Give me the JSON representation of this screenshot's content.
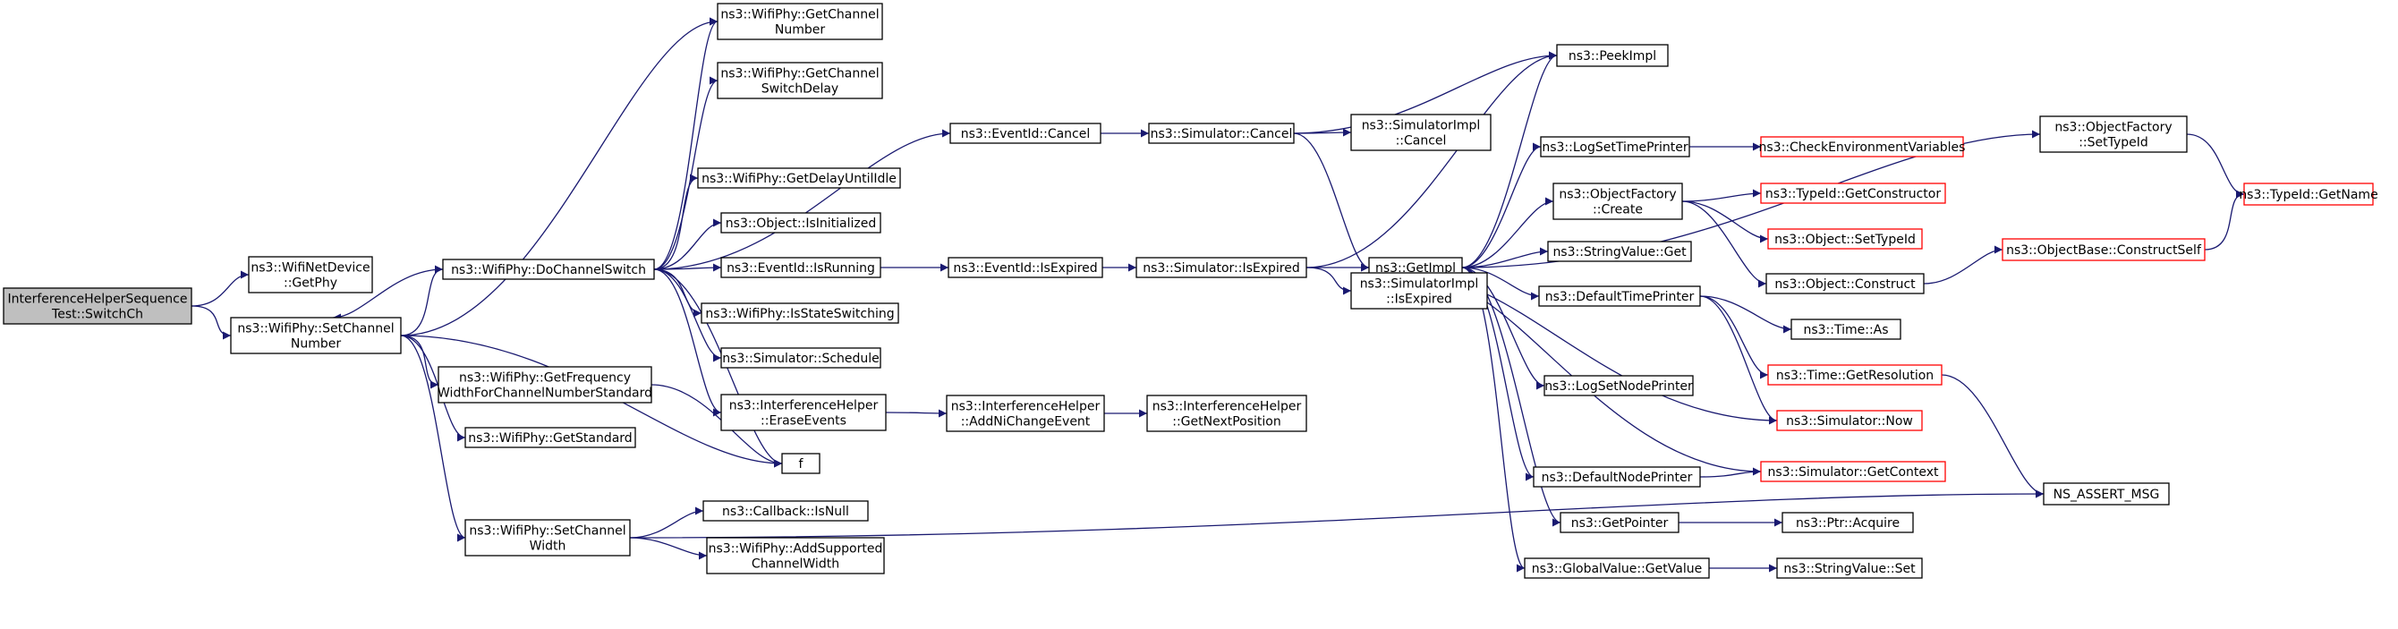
{
  "colors": {
    "edge": "#191970",
    "root_fill": "#bfbfbf",
    "root_stroke": "#000000",
    "normal_stroke": "#000000",
    "truncated_stroke": "#ff0000",
    "node_fill": "#ffffff"
  },
  "nodes": [
    {
      "id": "n0",
      "lines": [
        "InterferenceHelperSequence",
        "Test::SwitchCh"
      ],
      "style": "root"
    },
    {
      "id": "n1",
      "lines": [
        "ns3::WifiNetDevice",
        "::GetPhy"
      ],
      "style": "normal"
    },
    {
      "id": "n2",
      "lines": [
        "ns3::WifiPhy::SetChannel",
        "Number"
      ],
      "style": "normal"
    },
    {
      "id": "n3",
      "lines": [
        "ns3::WifiPhy::GetChannel",
        "Number"
      ],
      "style": "normal"
    },
    {
      "id": "n4",
      "lines": [
        "ns3::WifiPhy::DoChannelSwitch"
      ],
      "style": "normal"
    },
    {
      "id": "n5",
      "lines": [
        "f"
      ],
      "style": "normal"
    },
    {
      "id": "n6",
      "lines": [
        "ns3::WifiPhy::GetFrequency",
        "WidthForChannelNumberStandard"
      ],
      "style": "normal"
    },
    {
      "id": "n7",
      "lines": [
        "ns3::WifiPhy::GetStandard"
      ],
      "style": "normal"
    },
    {
      "id": "n8",
      "lines": [
        "ns3::WifiPhy::SetChannel",
        "Width"
      ],
      "style": "normal"
    },
    {
      "id": "n9",
      "lines": [
        "ns3::WifiPhy::GetChannel",
        "SwitchDelay"
      ],
      "style": "normal"
    },
    {
      "id": "n10",
      "lines": [
        "ns3::EventId::Cancel"
      ],
      "style": "normal"
    },
    {
      "id": "n11",
      "lines": [
        "ns3::WifiPhy::GetDelayUntilIdle"
      ],
      "style": "normal"
    },
    {
      "id": "n12",
      "lines": [
        "ns3::Object::IsInitialized"
      ],
      "style": "normal"
    },
    {
      "id": "n13",
      "lines": [
        "ns3::EventId::IsRunning"
      ],
      "style": "normal"
    },
    {
      "id": "n14",
      "lines": [
        "ns3::WifiPhy::IsStateSwitching"
      ],
      "style": "normal"
    },
    {
      "id": "n15",
      "lines": [
        "ns3::Simulator::Schedule"
      ],
      "style": "normal"
    },
    {
      "id": "n16",
      "lines": [
        "ns3::InterferenceHelper",
        "::EraseEvents"
      ],
      "style": "normal"
    },
    {
      "id": "n17",
      "lines": [
        "ns3::Callback::IsNull"
      ],
      "style": "normal"
    },
    {
      "id": "n18",
      "lines": [
        "ns3::WifiPhy::AddSupported",
        "ChannelWidth"
      ],
      "style": "normal"
    },
    {
      "id": "n19",
      "lines": [
        "NS_ASSERT_MSG"
      ],
      "style": "normal"
    },
    {
      "id": "n20",
      "lines": [
        "ns3::Simulator::Cancel"
      ],
      "style": "normal"
    },
    {
      "id": "n21",
      "lines": [
        "ns3::EventId::IsExpired"
      ],
      "style": "normal"
    },
    {
      "id": "n22",
      "lines": [
        "ns3::Simulator::IsExpired"
      ],
      "style": "normal"
    },
    {
      "id": "n23",
      "lines": [
        "ns3::InterferenceHelper",
        "::AddNiChangeEvent"
      ],
      "style": "normal"
    },
    {
      "id": "n24",
      "lines": [
        "ns3::InterferenceHelper",
        "::GetNextPosition"
      ],
      "style": "normal"
    },
    {
      "id": "n25",
      "lines": [
        "ns3::PeekImpl"
      ],
      "style": "normal"
    },
    {
      "id": "n26",
      "lines": [
        "ns3::SimulatorImpl",
        "::Cancel"
      ],
      "style": "normal"
    },
    {
      "id": "n27",
      "lines": [
        "ns3::GetImpl"
      ],
      "style": "normal"
    },
    {
      "id": "n28",
      "lines": [
        "ns3::SimulatorImpl",
        "::IsExpired"
      ],
      "style": "normal"
    },
    {
      "id": "n29",
      "lines": [
        "ns3::ObjectFactory",
        "::SetTypeId"
      ],
      "style": "normal"
    },
    {
      "id": "n30",
      "lines": [
        "ns3::LogSetTimePrinter"
      ],
      "style": "normal"
    },
    {
      "id": "n31",
      "lines": [
        "ns3::ObjectFactory",
        "::Create"
      ],
      "style": "normal"
    },
    {
      "id": "n32",
      "lines": [
        "ns3::StringValue::Get"
      ],
      "style": "normal"
    },
    {
      "id": "n33",
      "lines": [
        "ns3::DefaultTimePrinter"
      ],
      "style": "normal"
    },
    {
      "id": "n34",
      "lines": [
        "ns3::LogSetNodePrinter"
      ],
      "style": "normal"
    },
    {
      "id": "n35",
      "lines": [
        "ns3::DefaultNodePrinter"
      ],
      "style": "normal"
    },
    {
      "id": "n36",
      "lines": [
        "ns3::GetPointer"
      ],
      "style": "normal"
    },
    {
      "id": "n37",
      "lines": [
        "ns3::GlobalValue::GetValue"
      ],
      "style": "normal"
    },
    {
      "id": "n38",
      "lines": [
        "ns3::TypeId::GetName"
      ],
      "style": "truncated"
    },
    {
      "id": "n39",
      "lines": [
        "ns3::CheckEnvironmentVariables"
      ],
      "style": "truncated"
    },
    {
      "id": "n40",
      "lines": [
        "ns3::TypeId::GetConstructor"
      ],
      "style": "truncated"
    },
    {
      "id": "n41",
      "lines": [
        "ns3::Object::SetTypeId"
      ],
      "style": "truncated"
    },
    {
      "id": "n42",
      "lines": [
        "ns3::Object::Construct"
      ],
      "style": "normal"
    },
    {
      "id": "n43",
      "lines": [
        "ns3::ObjectBase::ConstructSelf"
      ],
      "style": "truncated"
    },
    {
      "id": "n44",
      "lines": [
        "ns3::Time::As"
      ],
      "style": "normal"
    },
    {
      "id": "n45",
      "lines": [
        "ns3::Time::GetResolution"
      ],
      "style": "truncated"
    },
    {
      "id": "n46",
      "lines": [
        "ns3::Simulator::Now"
      ],
      "style": "truncated"
    },
    {
      "id": "n47",
      "lines": [
        "ns3::Simulator::GetContext"
      ],
      "style": "truncated"
    },
    {
      "id": "n48",
      "lines": [
        "ns3::Ptr::Acquire"
      ],
      "style": "normal"
    },
    {
      "id": "n49",
      "lines": [
        "ns3::StringValue::Set"
      ],
      "style": "normal"
    }
  ],
  "edges": [
    [
      "n0",
      "n1"
    ],
    [
      "n0",
      "n2"
    ],
    [
      "n2",
      "n3"
    ],
    [
      "n2",
      "n4"
    ],
    [
      "n2",
      "n5"
    ],
    [
      "n2",
      "n6"
    ],
    [
      "n2",
      "n7"
    ],
    [
      "n2",
      "n8"
    ],
    [
      "n4",
      "n2"
    ],
    [
      "n4",
      "n3"
    ],
    [
      "n4",
      "n9"
    ],
    [
      "n4",
      "n10"
    ],
    [
      "n4",
      "n11"
    ],
    [
      "n4",
      "n12"
    ],
    [
      "n4",
      "n13"
    ],
    [
      "n4",
      "n14"
    ],
    [
      "n4",
      "n15"
    ],
    [
      "n4",
      "n16"
    ],
    [
      "n4",
      "n5"
    ],
    [
      "n6",
      "n5"
    ],
    [
      "n8",
      "n17"
    ],
    [
      "n8",
      "n18"
    ],
    [
      "n8",
      "n19"
    ],
    [
      "n10",
      "n20"
    ],
    [
      "n13",
      "n21"
    ],
    [
      "n21",
      "n22"
    ],
    [
      "n16",
      "n23"
    ],
    [
      "n23",
      "n24"
    ],
    [
      "n20",
      "n25"
    ],
    [
      "n20",
      "n26"
    ],
    [
      "n20",
      "n27"
    ],
    [
      "n22",
      "n25"
    ],
    [
      "n22",
      "n27"
    ],
    [
      "n22",
      "n28"
    ],
    [
      "n27",
      "n25"
    ],
    [
      "n27",
      "n29"
    ],
    [
      "n27",
      "n30"
    ],
    [
      "n27",
      "n31"
    ],
    [
      "n27",
      "n32"
    ],
    [
      "n27",
      "n33"
    ],
    [
      "n27",
      "n34"
    ],
    [
      "n27",
      "n35"
    ],
    [
      "n27",
      "n36"
    ],
    [
      "n27",
      "n37"
    ],
    [
      "n29",
      "n38"
    ],
    [
      "n30",
      "n39"
    ],
    [
      "n31",
      "n40"
    ],
    [
      "n31",
      "n41"
    ],
    [
      "n31",
      "n42"
    ],
    [
      "n42",
      "n43"
    ],
    [
      "n43",
      "n38"
    ],
    [
      "n33",
      "n44"
    ],
    [
      "n33",
      "n45"
    ],
    [
      "n33",
      "n46"
    ],
    [
      "n45",
      "n19"
    ],
    [
      "n46",
      "n27"
    ],
    [
      "n47",
      "n27"
    ],
    [
      "n35",
      "n47"
    ],
    [
      "n36",
      "n48"
    ],
    [
      "n37",
      "n49"
    ]
  ]
}
